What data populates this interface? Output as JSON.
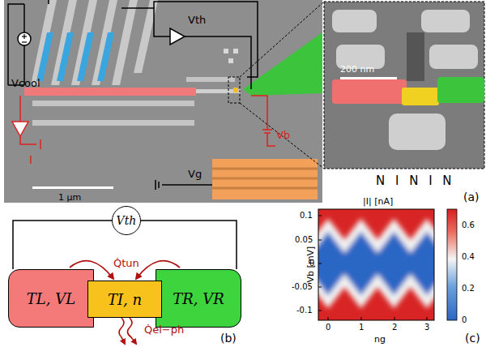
{
  "diagram": {
    "nodes": [
      {
        "text": [
          "Vth"
        ]
      },
      {
        "text": [
          "TL, VL"
        ]
      },
      {
        "text": [
          "TI, n"
        ]
      },
      {
        "text": [
          "TR, VR"
        ]
      }
    ],
    "edges": [
      {
        "from": 0,
        "to": 1,
        "arrow": "none"
      },
      {
        "from": 0,
        "to": 3,
        "arrow": "none"
      },
      {
        "from": 1,
        "to": 2,
        "arrow": "to"
      },
      {
        "from": 3,
        "to": 2,
        "arrow": "to"
      }
    ],
    "labels": [
      "Vcool",
      "Vth",
      "I",
      "Vb",
      "Vg",
      "1 μm",
      "200 nm",
      "N I N I N",
      "(a)",
      "Q̇tun",
      "Q̇el−ph",
      "(b)",
      "|I| [nA]",
      "Vb [mV]",
      "0.1",
      "0.05",
      "0",
      "-0.05",
      "-0.1",
      "0",
      "1",
      "2",
      "3",
      "ng",
      "0.6",
      "0.4",
      "0.2",
      "0",
      "(c)"
    ]
  }
}
